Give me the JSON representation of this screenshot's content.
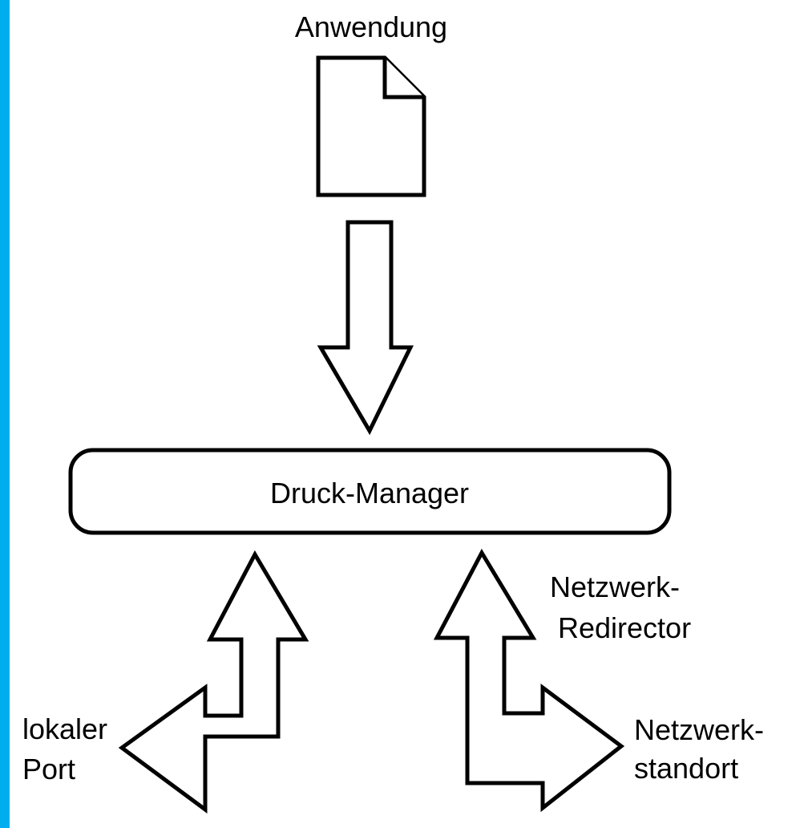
{
  "labels": {
    "application": "Anwendung",
    "print_manager": "Druck-Manager",
    "local_port_line1": "lokaler",
    "local_port_line2": "Port",
    "network_redirector_line1": "Netzwerk-",
    "network_redirector_line2": "Redirector",
    "network_location_line1": "Netzwerk-",
    "network_location_line2": "standort"
  },
  "colors": {
    "accent_bar": "#00aeef",
    "stroke": "#000000",
    "fill": "#ffffff"
  },
  "icons": {
    "application": "document-icon"
  }
}
